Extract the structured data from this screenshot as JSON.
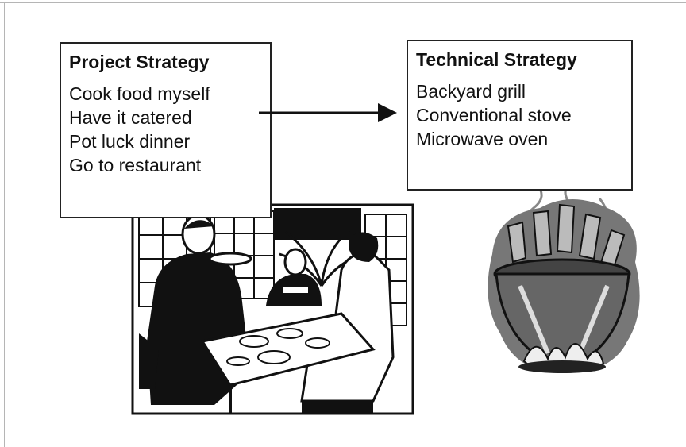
{
  "project_strategy": {
    "title": "Project Strategy",
    "items": [
      "Cook food myself",
      "Have it catered",
      "Pot luck dinner",
      "Go to restaurant"
    ]
  },
  "technical_strategy": {
    "title": "Technical Strategy",
    "items": [
      "Backyard grill",
      "Conventional stove",
      "Microwave oven"
    ]
  },
  "illustrations": {
    "restaurant_scene": "people-dining-at-table-clipart",
    "cooking_pot": "pot-over-fire-with-hands-clipart"
  },
  "colors": {
    "ink": "#111111",
    "border": "#222222",
    "frame": "#b5b5b5"
  }
}
